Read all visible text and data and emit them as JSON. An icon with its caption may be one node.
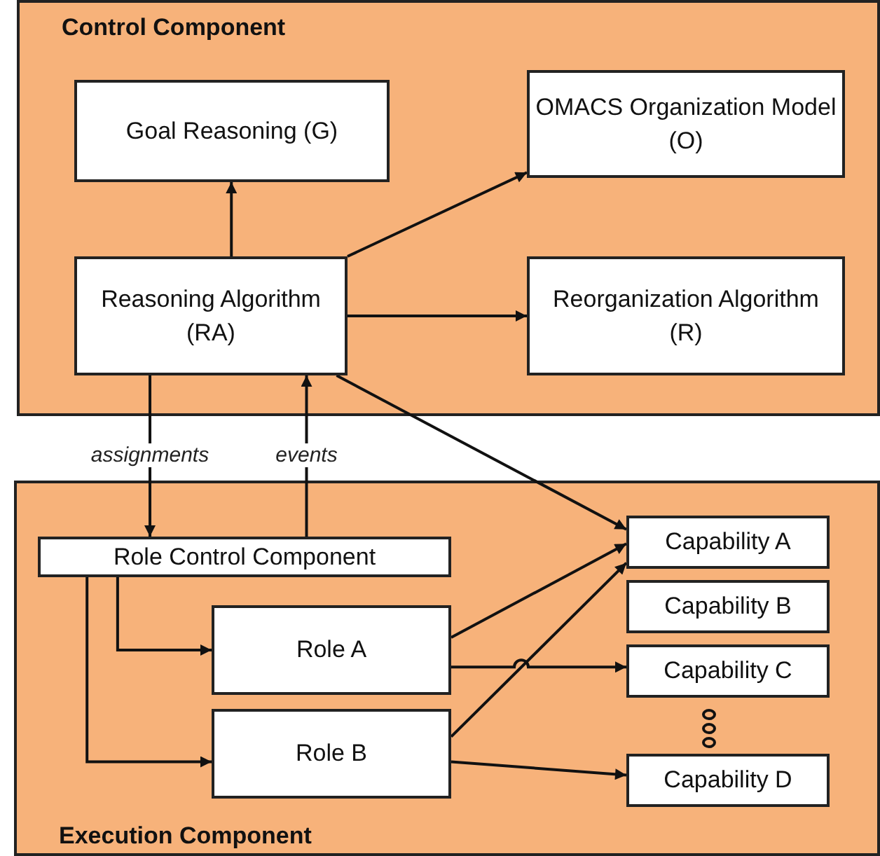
{
  "diagram": {
    "nodes": [
      {
        "text": [
          "Control Component"
        ]
      },
      {
        "text": [
          "Goal Reasoning (G)"
        ],
        "in": 0
      },
      {
        "text": [
          "OMACS Organization Model (O)"
        ],
        "in": 0
      },
      {
        "text": [
          "Reasoning Algorithm (RA)"
        ],
        "in": 0
      },
      {
        "text": [
          "Reorganization Algorithm (R)"
        ],
        "in": 0
      },
      {
        "text": [
          "Execution Component"
        ]
      },
      {
        "text": [
          "Role Control Component"
        ],
        "in": 5
      },
      {
        "text": [
          "Role A"
        ],
        "in": 5
      },
      {
        "text": [
          "Role B"
        ],
        "in": 5
      },
      {
        "text": [
          "Capability A"
        ],
        "in": 5
      },
      {
        "text": [
          "Capability B"
        ],
        "in": 5
      },
      {
        "text": [
          "Capability C"
        ],
        "in": 5
      },
      {
        "text": [
          "Capability D"
        ],
        "in": 5
      }
    ],
    "edges": [
      {
        "from": 3,
        "to": 1,
        "arrow": "to"
      },
      {
        "from": 3,
        "to": 2,
        "arrow": "to"
      },
      {
        "from": 3,
        "to": 4,
        "arrow": "to"
      },
      {
        "from": 3,
        "to": 6,
        "arrow": "to",
        "label": "assignments"
      },
      {
        "from": 6,
        "to": 3,
        "arrow": "to",
        "label": "events"
      },
      {
        "from": 3,
        "to": 9,
        "arrow": "to"
      },
      {
        "from": 6,
        "to": 7,
        "arrow": "to"
      },
      {
        "from": 6,
        "to": 8,
        "arrow": "to"
      },
      {
        "from": 7,
        "to": 9,
        "arrow": "to"
      },
      {
        "from": 7,
        "to": 11,
        "arrow": "to"
      },
      {
        "from": 8,
        "to": 9,
        "arrow": "to"
      },
      {
        "from": 8,
        "to": 12,
        "arrow": "to"
      }
    ]
  }
}
